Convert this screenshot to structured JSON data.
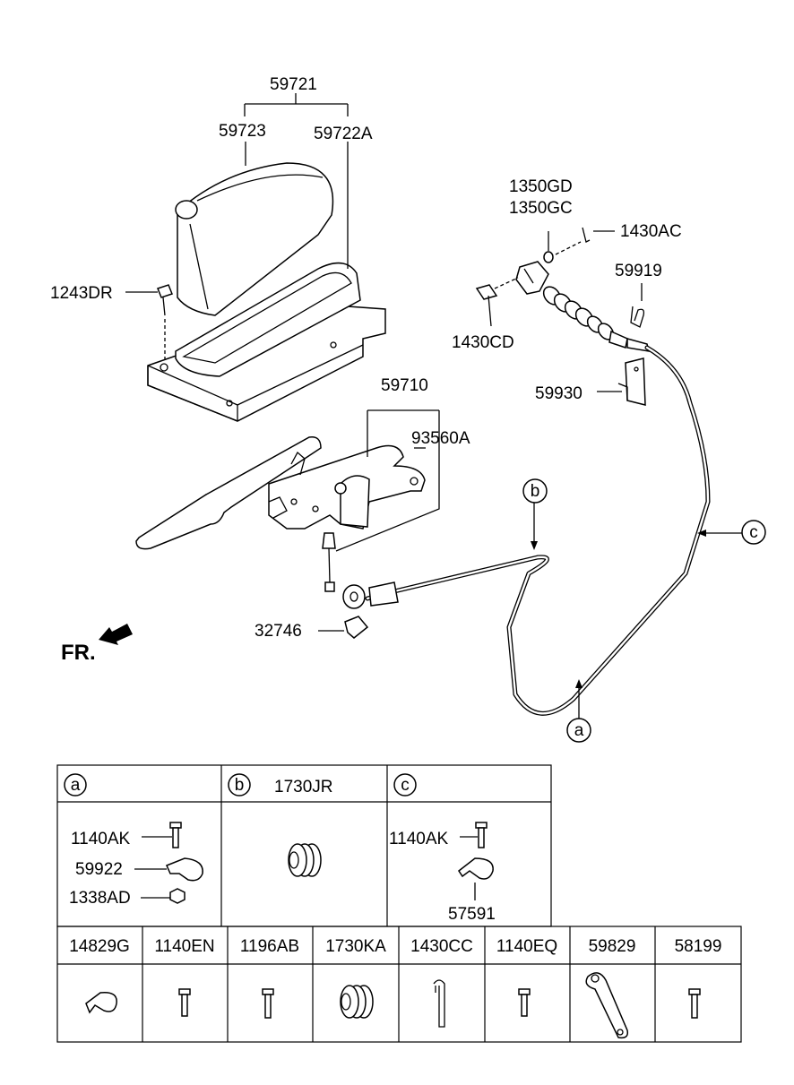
{
  "labels": {
    "p59721": "59721",
    "p59723": "59723",
    "p59722a": "59722A",
    "p1243dr": "1243DR",
    "p1350gd": "1350GD",
    "p1350gc": "1350GC",
    "p1430ac": "1430AC",
    "p59919": "59919",
    "p1430cd": "1430CD",
    "p59930": "59930",
    "p59710": "59710",
    "p93560a": "93560A",
    "p32746": "32746",
    "fr": "FR."
  },
  "callouts": {
    "a": "a",
    "b": "b",
    "c": "c"
  },
  "table": {
    "sec_a": {
      "letter": "a",
      "parts": [
        "1140AK",
        "59922",
        "1338AD"
      ]
    },
    "sec_b": {
      "letter": "b",
      "title": "1730JR"
    },
    "sec_c": {
      "letter": "c",
      "parts": [
        "1140AK",
        "57591"
      ]
    },
    "bottom_headers": [
      "14829G",
      "1140EN",
      "1196AB",
      "1730KA",
      "1430CC",
      "1140EQ",
      "59829",
      "58199"
    ]
  }
}
